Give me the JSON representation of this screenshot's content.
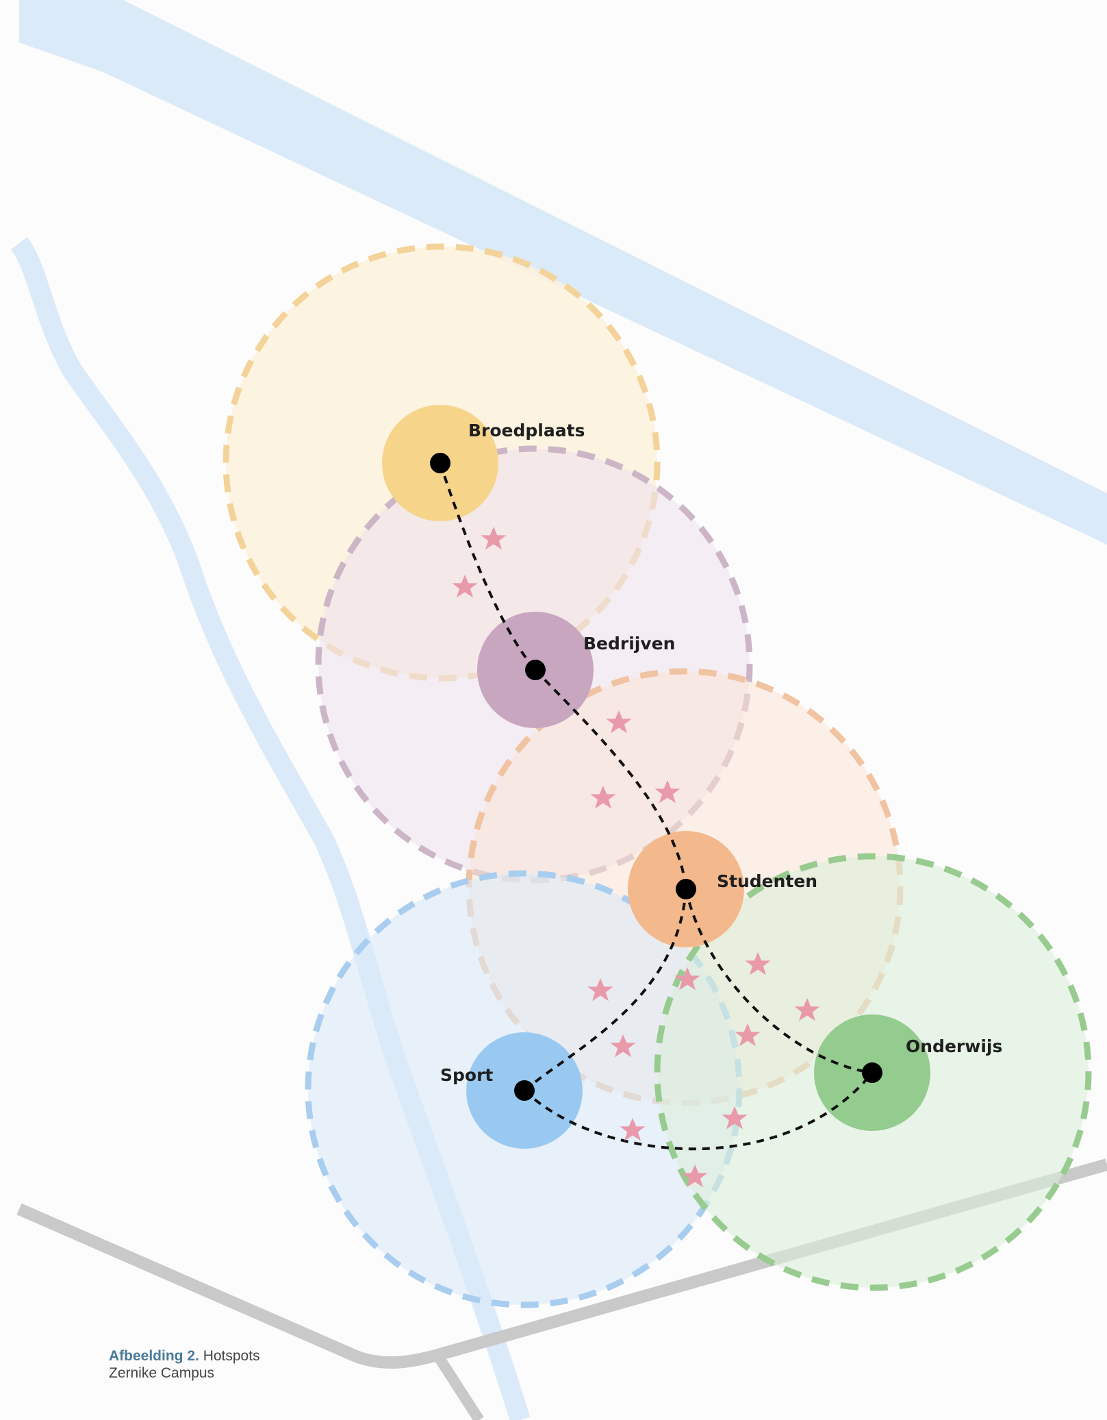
{
  "colors": {
    "page_background": "#fcfcfc",
    "water": "#dbeaf8",
    "road": "#c9c9c9",
    "link": "#111111",
    "star": "#e89aaa",
    "node_dot": "#000000"
  },
  "nodes": [
    {
      "id": "broedplaats",
      "label": "Broedplaats",
      "fill": "#f6d48a",
      "zone_fill": "#fdf1dc",
      "zone_stroke": "#f3d39a"
    },
    {
      "id": "bedrijven",
      "label": "Bedrijven",
      "fill": "#c8a6c0",
      "zone_fill": "#efe3ec",
      "zone_stroke": "#cbb5c6"
    },
    {
      "id": "studenten",
      "label": "Studenten",
      "fill": "#f3b98c",
      "zone_fill": "#fbe4d6",
      "zone_stroke": "#f0c3a2"
    },
    {
      "id": "sport",
      "label": "Sport",
      "fill": "#99c9f0",
      "zone_fill": "#dbe9f8",
      "zone_stroke": "#a8cdef"
    },
    {
      "id": "onderwijs",
      "label": "Onderwijs",
      "fill": "#94cb8e",
      "zone_fill": "#dcefdb",
      "zone_stroke": "#98cb8f"
    }
  ],
  "links": [
    {
      "from": "broedplaats",
      "to": "bedrijven"
    },
    {
      "from": "bedrijven",
      "to": "studenten"
    },
    {
      "from": "studenten",
      "to": "sport"
    },
    {
      "from": "studenten",
      "to": "onderwijs"
    },
    {
      "from": "sport",
      "to": "onderwijs"
    }
  ],
  "caption": {
    "number": "Afbeelding 2.",
    "title": "Hotspots",
    "subtitle": "Zernike Campus"
  }
}
